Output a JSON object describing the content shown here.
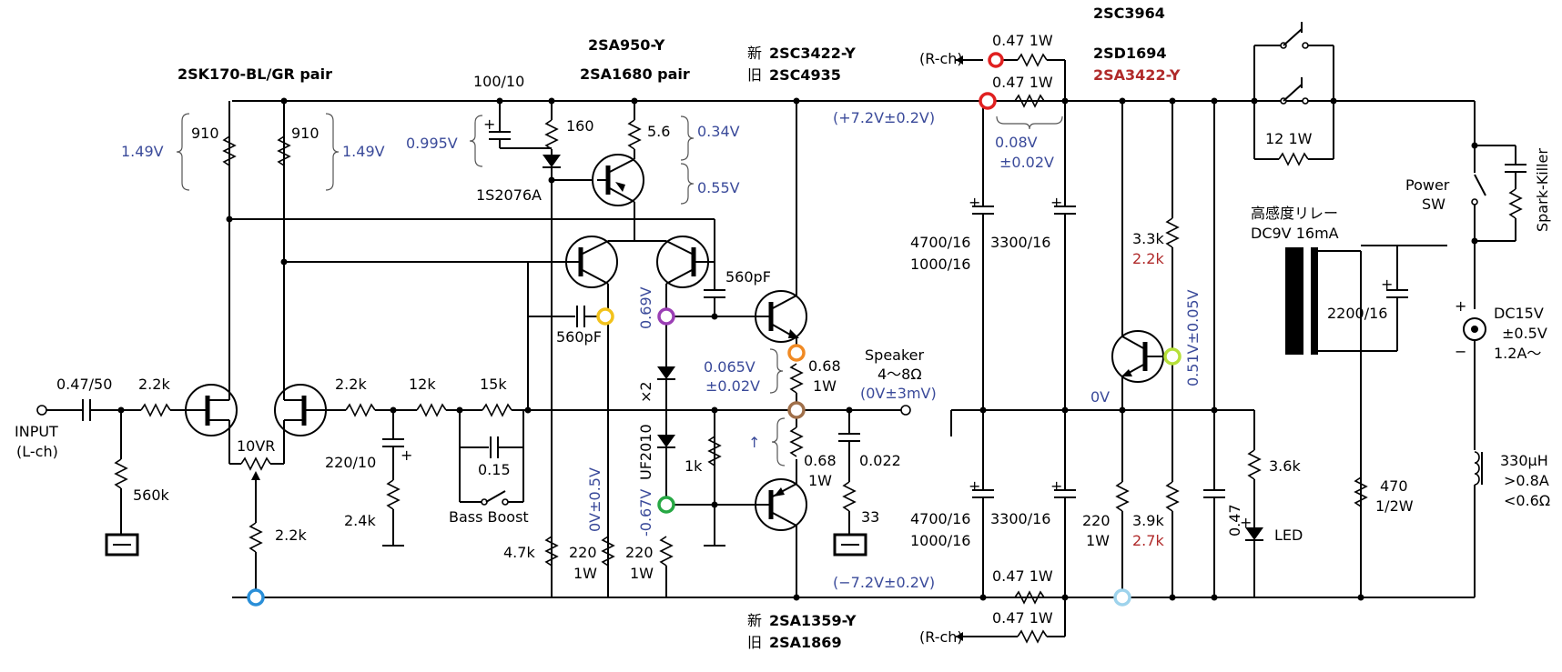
{
  "labels": {
    "input": "INPUT",
    "input_ch": "(L-ch)",
    "c_in": "0.47/50",
    "r_in": "2.2k",
    "r_560k": "560k",
    "jfet_pair": "2SK170-BL/GR pair",
    "r910a": "910",
    "r910b": "910",
    "v149a": "1.49V",
    "v149b": "1.49V",
    "vr10": "10VR",
    "r22k_vr": "2.2k",
    "r22k_fb": "2.2k",
    "r12k": "12k",
    "r15k": "15k",
    "c220_10": "220/10",
    "r24k": "2.4k",
    "c015": "0.15",
    "bass_boost": "Bass Boost",
    "c100_10": "100/10",
    "r160": "160",
    "r56": "5.6",
    "v0995": "0.995V",
    "v034": "0.34V",
    "v055": "0.55V",
    "d1s2076": "1S2076A",
    "pnp_a": "2SA950-Y",
    "pnp_b": "2SA1680 pair",
    "c560a": "560pF",
    "c560b": "560pF",
    "v069": "0.69V",
    "x2": "×2",
    "uf2010": "UF2010",
    "v067": "-0.67V",
    "v0v05": "0V±0.5V",
    "r47k": "4.7k",
    "r220a": "220",
    "r220a_w": "1W",
    "r220b": "220",
    "r220b_w": "1W",
    "r1k": "1k",
    "new_prefix": "新",
    "old_prefix": "旧",
    "npn_new": "2SC3422-Y",
    "npn_old": "2SC4935",
    "pnp_new": "2SA1359-Y",
    "pnp_old": "2SA1869",
    "v0065": "0.065V",
    "v0065b": "±0.02V",
    "r068a": "0.68",
    "r068a_w": "1W",
    "r068b": "0.68",
    "r068b_w": "1W",
    "up_arrow": "↑",
    "speaker": "Speaker",
    "speaker_imp": "4～8Ω",
    "speaker_v": "(0V±3mV)",
    "c0022": "0.022",
    "r33": "33",
    "vplus": "(+7.2V±0.2V)",
    "vminus": "(−7.2V±0.2V)",
    "rch": "(R-ch)",
    "rch2": "(R-ch)",
    "r047a": "0.47 1W",
    "r047b": "0.47 1W",
    "r047c": "0.47 1W",
    "r047d": "0.47 1W",
    "v008": "0.08V",
    "v008b": "±0.02V",
    "c4700a": "4700/16",
    "c1000a": "1000/16",
    "c3300a": "3300/16",
    "c4700b": "4700/16",
    "c1000b": "1000/16",
    "c3300b": "3300/16",
    "reg_a": "2SC3964",
    "reg_b": "2SD1694",
    "reg_c": "2SA3422-Y",
    "r33k": "3.3k",
    "r22k_red": "2.2k",
    "v051": "0.51V±0.05V",
    "v0": "0V",
    "r220c": "220",
    "r220c_w": "1W",
    "r39k": "3.9k",
    "r27k": "2.7k",
    "c047": "0.47",
    "r36k": "3.6k",
    "led": "LED",
    "r12": "12 1W",
    "relay": "高感度リレー",
    "relay_spec": "DC9V 16mA",
    "c2200": "2200/16",
    "r470": "470",
    "r470_w": "1/2W",
    "power": "Power",
    "sw": "SW",
    "spark": "Spark-Killer",
    "dc15": "DC15V",
    "dc15b": "±0.5V",
    "dc15c": "1.2A～",
    "l330": "330μH",
    "l330b": ">0.8A",
    "l330c": "<0.6Ω",
    "plus": "+",
    "minus": "−"
  },
  "colors": {
    "wire": "#000000",
    "voltage_text": "#3a4a9a",
    "alt_text": "#b02a2a",
    "probe_red": "#e02020",
    "probe_yellow": "#f2c21b",
    "probe_purple": "#9b3fb5",
    "probe_orange": "#f08a24",
    "probe_brown": "#a0704a",
    "probe_green": "#27a844",
    "probe_blue": "#2a8fd8",
    "probe_lightblue": "#9ed3ec",
    "probe_lime": "#b6e03a"
  }
}
